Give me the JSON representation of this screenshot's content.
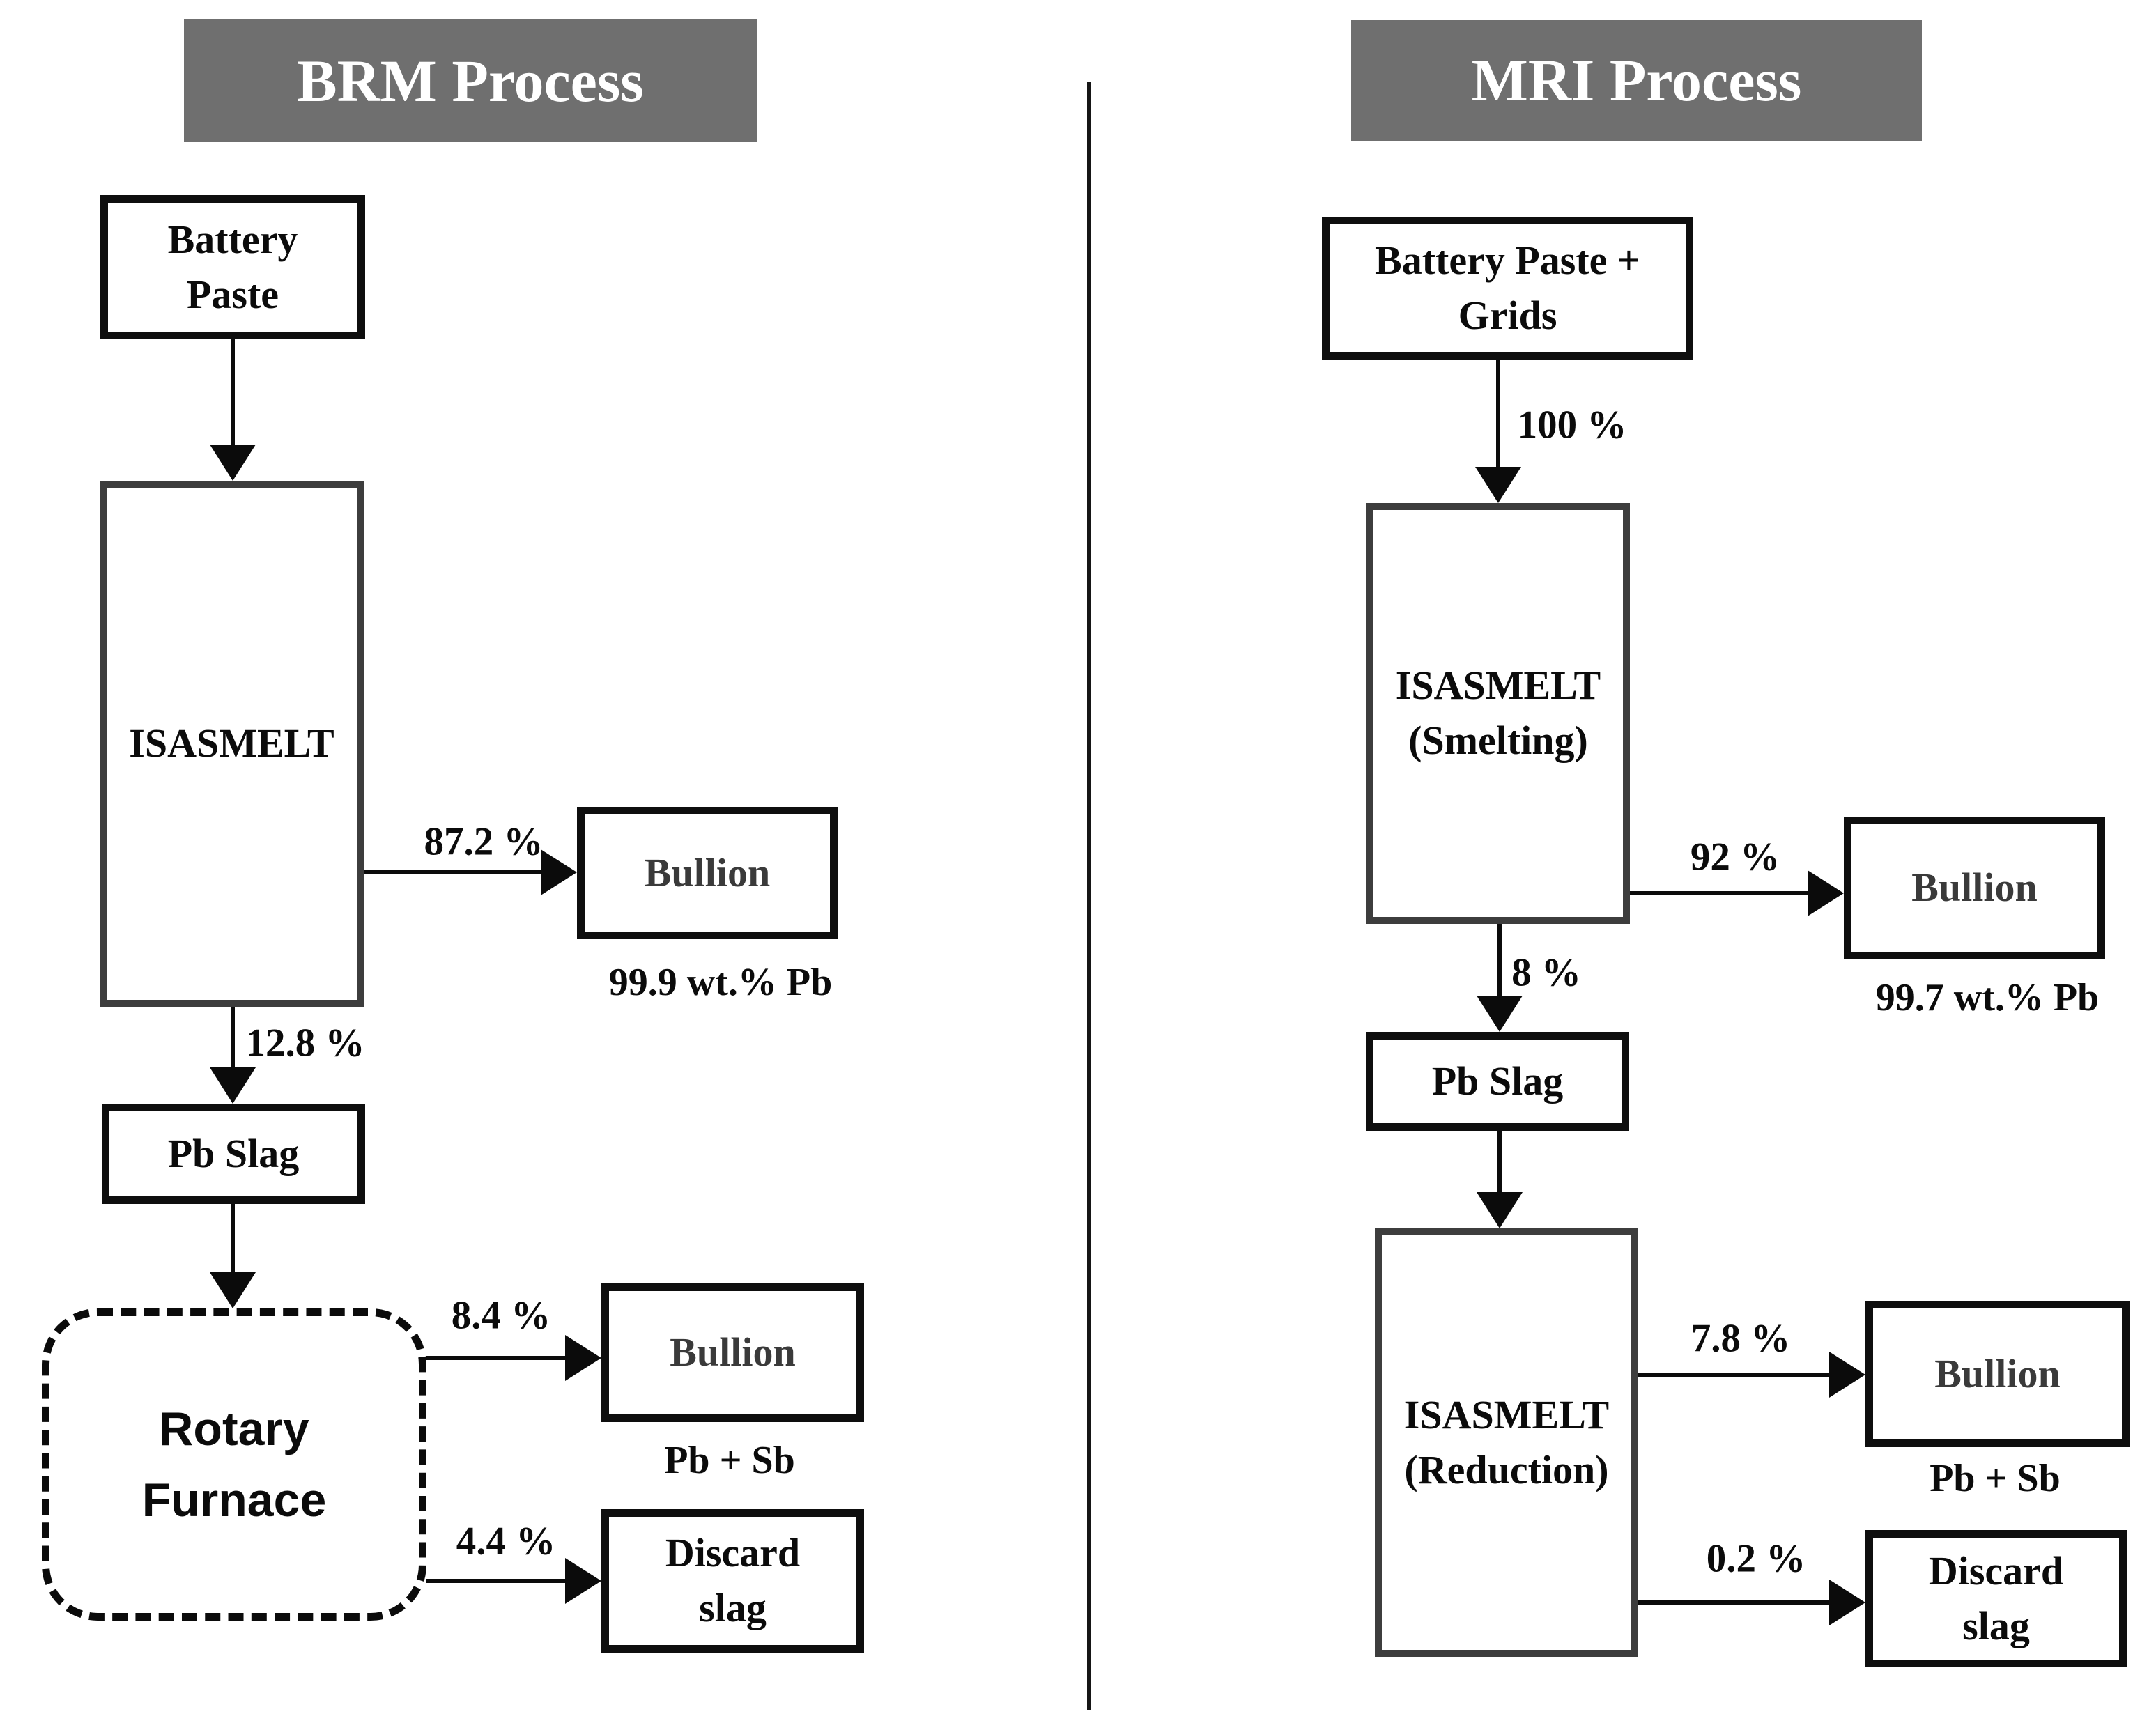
{
  "colors": {
    "header_fill": "#6f6f6f",
    "header_text": "#ffffff",
    "box_border": "#0e0e0e",
    "furnace_border": "#3d3d3d",
    "bullion_text": "#3a3a3a",
    "ink": "#0b0b0b"
  },
  "brm": {
    "header": "BRM Process",
    "battery_paste": {
      "line1": "Battery",
      "line2": "Paste"
    },
    "isasmelt": "ISASMELT",
    "flow_to_bullion": "87.2 %",
    "bullion": "Bullion",
    "bullion_purity": "99.9 wt.% Pb",
    "flow_to_slag": "12.8 %",
    "pb_slag": "Pb Slag",
    "rotary_furnace": {
      "line1": "Rotary",
      "line2": "Furnace"
    },
    "flow_rotary_to_bullion": "8.4 %",
    "rotary_bullion": "Bullion",
    "rotary_bullion_note": "Pb + Sb",
    "flow_rotary_to_discard": "4.4 %",
    "discard_slag": {
      "line1": "Discard",
      "line2": "slag"
    }
  },
  "mri": {
    "header": "MRI Process",
    "battery_paste_grids": {
      "line1": "Battery Paste +",
      "line2": "Grids"
    },
    "flow_feed": "100 %",
    "smelting": {
      "line1": "ISASMELT",
      "line2": "(Smelting)"
    },
    "flow_to_bullion": "92 %",
    "bullion": "Bullion",
    "bullion_purity": "99.7 wt.% Pb",
    "flow_to_slag": "8 %",
    "pb_slag": "Pb Slag",
    "reduction": {
      "line1": "ISASMELT",
      "line2": "(Reduction)"
    },
    "flow_to_bullion2": "7.8 %",
    "bullion2": "Bullion",
    "bullion2_note": "Pb + Sb",
    "flow_to_discard": "0.2 %",
    "discard_slag": {
      "line1": "Discard",
      "line2": "slag"
    }
  }
}
